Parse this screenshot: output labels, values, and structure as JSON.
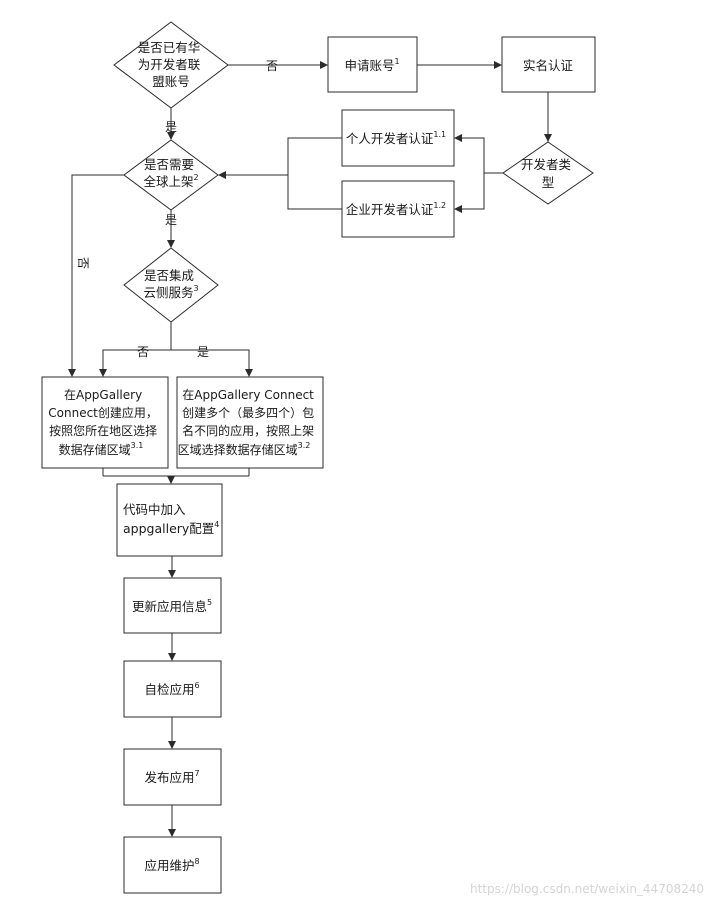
{
  "nodes": {
    "q_huawei": {
      "lines": [
        "是否已有华",
        "为开发者联",
        "盟账号"
      ]
    },
    "apply": {
      "lines": [
        "申请账号"
      ],
      "sup": "1"
    },
    "realname": {
      "lines": [
        "实名认证"
      ]
    },
    "devtype": {
      "lines": [
        "开发者类",
        "型"
      ]
    },
    "personal": {
      "lines": [
        "个人开发者认证"
      ],
      "sup": "1.1"
    },
    "enterprise": {
      "lines": [
        "企业开发者认证"
      ],
      "sup": "1.2"
    },
    "q_global": {
      "lines": [
        "是否需要",
        "全球上架"
      ],
      "sup": "2"
    },
    "q_cloud": {
      "lines": [
        "是否集成",
        "云侧服务"
      ],
      "sup": "3"
    },
    "create_one": {
      "lines": [
        "在AppGallery",
        "Connect创建应用，",
        "按照您所在地区选择",
        "数据存储区域"
      ],
      "sup": "3.1"
    },
    "create_multi": {
      "lines": [
        "在AppGallery Connect",
        "创建多个（最多四个）包",
        "名不同的应用，按照上架",
        "区域选择数据存储区域"
      ],
      "sup": "3.2"
    },
    "config": {
      "lines": [
        "代码中加入",
        "appgallery配置"
      ],
      "sup": "4"
    },
    "update": {
      "lines": [
        "更新应用信息"
      ],
      "sup": "5"
    },
    "selfcheck": {
      "lines": [
        "自检应用"
      ],
      "sup": "6"
    },
    "publish": {
      "lines": [
        "发布应用"
      ],
      "sup": "7"
    },
    "maintain": {
      "lines": [
        "应用维护"
      ],
      "sup": "8"
    }
  },
  "edge_labels": {
    "huawei_no": "否",
    "huawei_yes": "是",
    "global_yes": "是",
    "global_no": "否",
    "cloud_no": "否",
    "cloud_yes": "是"
  },
  "watermark": "https://blog.csdn.net/weixin_44708240",
  "colors": {
    "stroke": "#2b2b2b",
    "text": "#1a1a1a",
    "watermark": "#d4d4d4"
  }
}
